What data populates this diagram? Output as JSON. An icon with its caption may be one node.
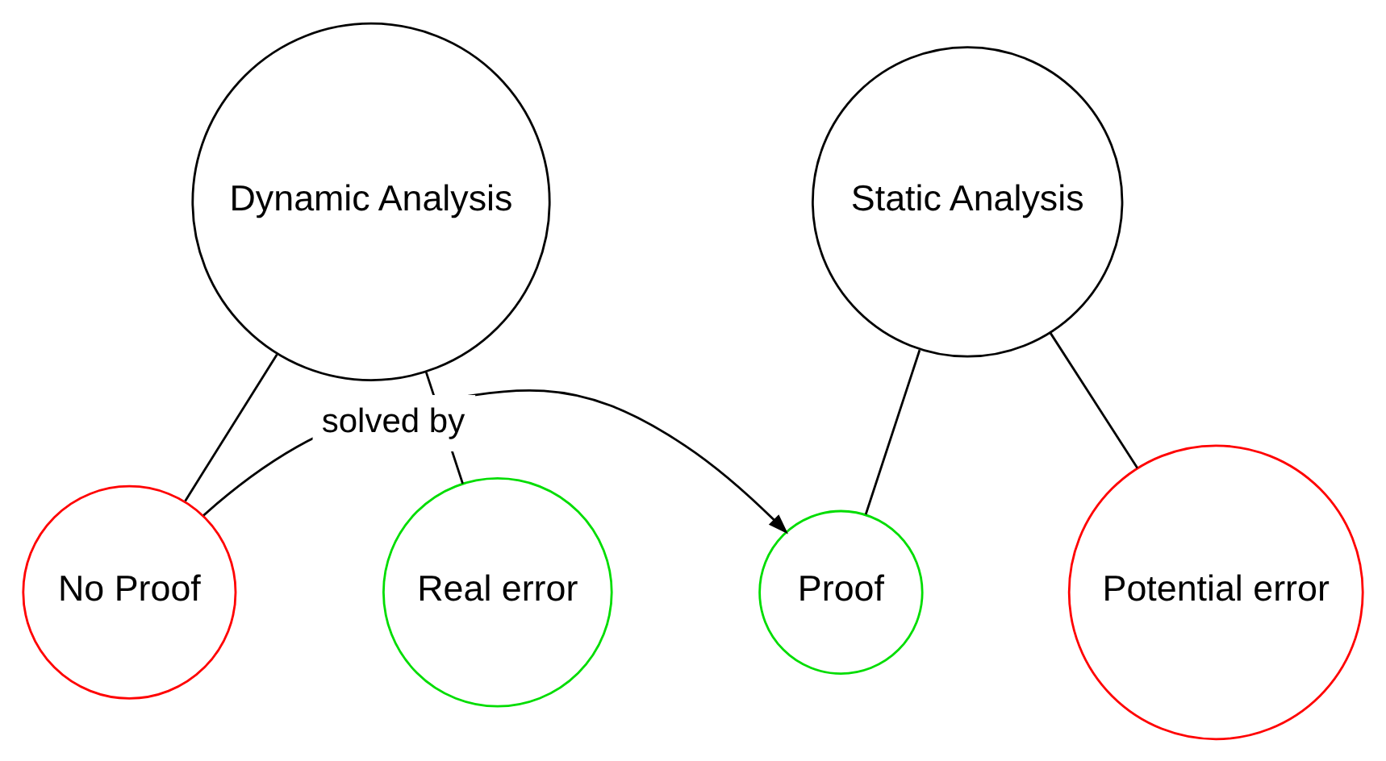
{
  "diagram": {
    "nodes": [
      {
        "text": [
          "Dynamic Analysis"
        ]
      },
      {
        "text": [
          "Static Analysis"
        ]
      },
      {
        "text": [
          "No Proof"
        ]
      },
      {
        "text": [
          "Real error"
        ]
      },
      {
        "text": [
          "Proof"
        ]
      },
      {
        "text": [
          "Potential error"
        ]
      }
    ],
    "edges": [
      {
        "from": 0,
        "to": 2,
        "arrow": "none"
      },
      {
        "from": 0,
        "to": 3,
        "arrow": "none"
      },
      {
        "from": 1,
        "to": 4,
        "arrow": "none"
      },
      {
        "from": 1,
        "to": 5,
        "arrow": "none"
      },
      {
        "from": 2,
        "to": 4,
        "arrow": "to",
        "label": "solved by"
      }
    ]
  }
}
